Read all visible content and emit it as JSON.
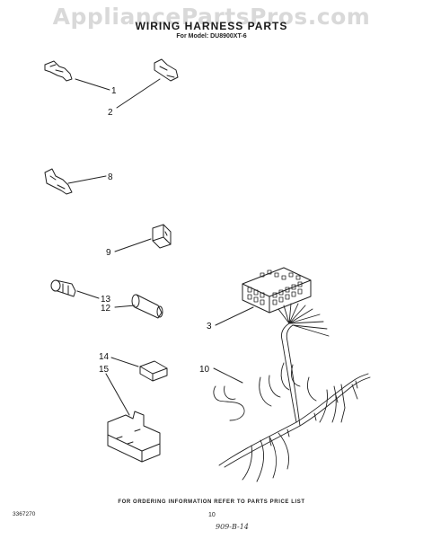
{
  "watermark": "AppliancePartsPros.com",
  "title": "WIRING HARNESS PARTS",
  "model": "For Model: DU8900XT-6",
  "callouts": [
    "1",
    "2",
    "8",
    "9",
    "13",
    "12",
    "3",
    "14",
    "15",
    "10"
  ],
  "footer": "FOR ORDERING INFORMATION REFER TO PARTS PRICE LIST",
  "doc_number": "3367270",
  "page_number": "10",
  "handwritten_note": "909-B-14"
}
